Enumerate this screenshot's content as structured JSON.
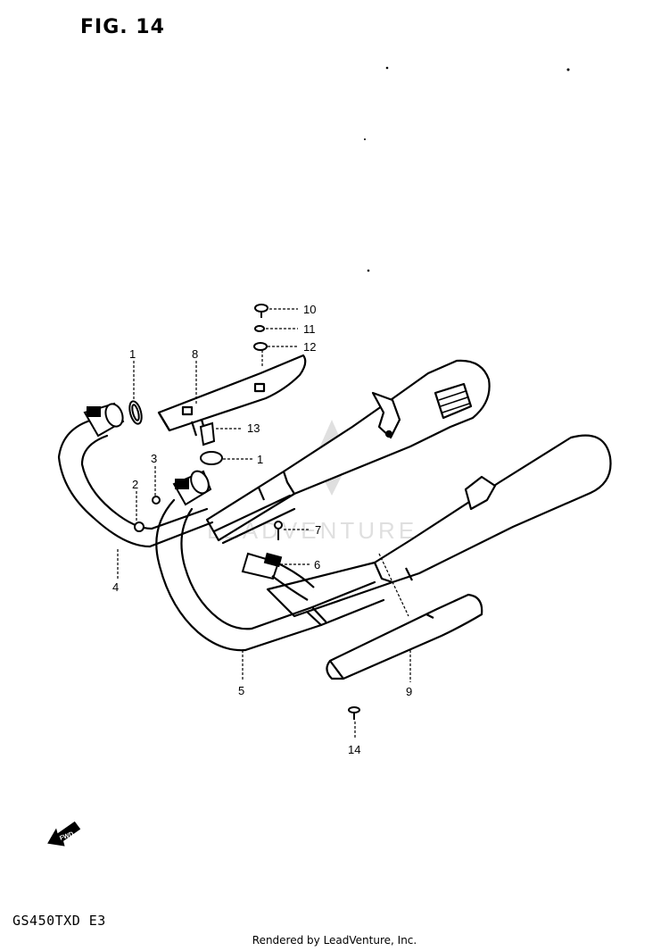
{
  "figure": {
    "title": "FIG. 14"
  },
  "model_code": "GS450TXD E3",
  "footer_text": "Rendered by LeadVenture, Inc.",
  "watermark": {
    "text": "LEADVENTURE"
  },
  "fwd_badge": "FWD",
  "callouts": {
    "c1a": "1",
    "c1b": "1",
    "c2": "2",
    "c3": "3",
    "c4": "4",
    "c5": "5",
    "c6": "6",
    "c7": "7",
    "c8": "8",
    "c9": "9",
    "c10": "10",
    "c11": "11",
    "c12": "12",
    "c13": "13",
    "c14": "14"
  }
}
